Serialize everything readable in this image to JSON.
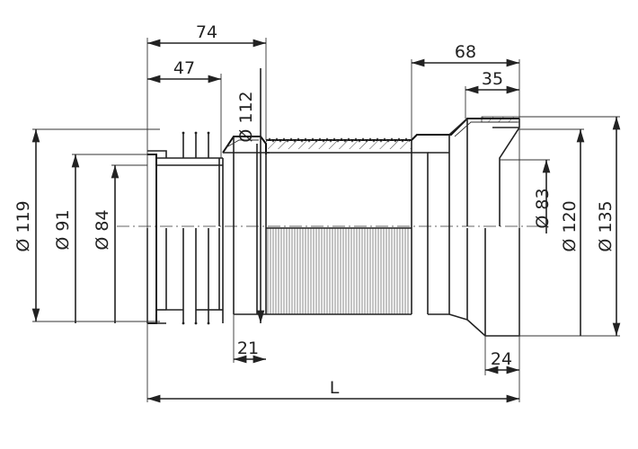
{
  "dimensions": {
    "top_74": "74",
    "top_47": "47",
    "dia_112": "Ø 112",
    "top_68": "68",
    "top_35": "35",
    "dia_119": "Ø 119",
    "dia_91": "Ø 91",
    "dia_84": "Ø 84",
    "dia_83": "Ø 83",
    "dia_120": "Ø 120",
    "dia_135": "Ø 135",
    "bottom_21": "21",
    "bottom_24": "24",
    "length_L": "L"
  },
  "colors": {
    "line": "#222222",
    "background": "#ffffff"
  }
}
